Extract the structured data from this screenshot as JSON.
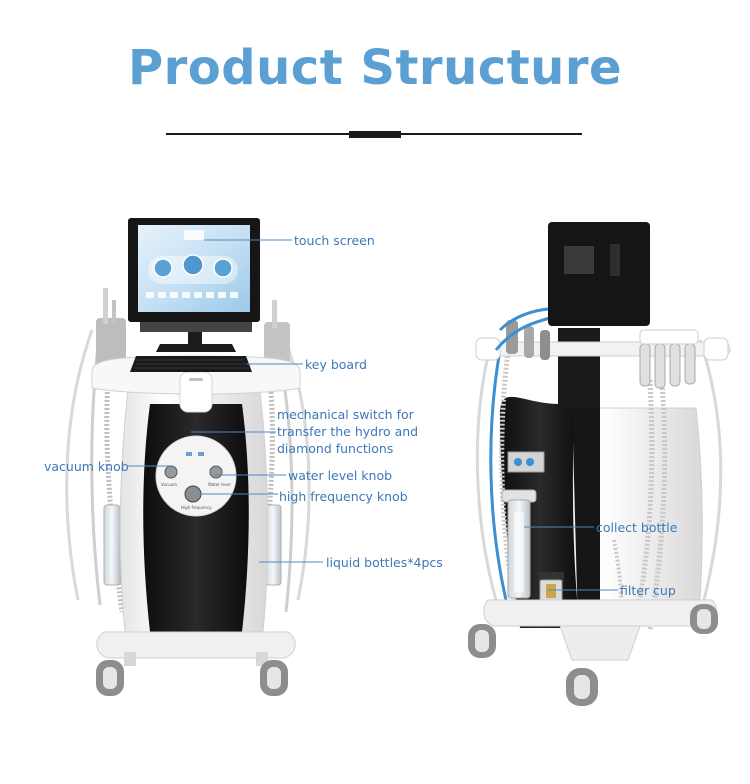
{
  "title": "Product Structure",
  "colors": {
    "title": "#5b9fd3",
    "label": "#3d79b8",
    "leader": "#4f88c3"
  },
  "callouts": {
    "touch_screen": "touch screen",
    "key_board": "key board",
    "mechanical_switch_1": "mechanical switch for",
    "mechanical_switch_2": "transfer the hydro and",
    "mechanical_switch_3": "diamond functions",
    "vacuum_knob": "vacuum knob",
    "water_level_knob": "water level knob",
    "high_frequency_knob": "high frequency knob",
    "liquid_bottles": "liquid bottles*4pcs",
    "collect_bottle": "collect bottle",
    "filter_cup": "filter cup"
  },
  "panel_labels": {
    "left": "Vacuum",
    "right": "Water level",
    "bottom": "High frequency"
  },
  "icons": [
    "front-view-machine",
    "rear-view-machine"
  ]
}
